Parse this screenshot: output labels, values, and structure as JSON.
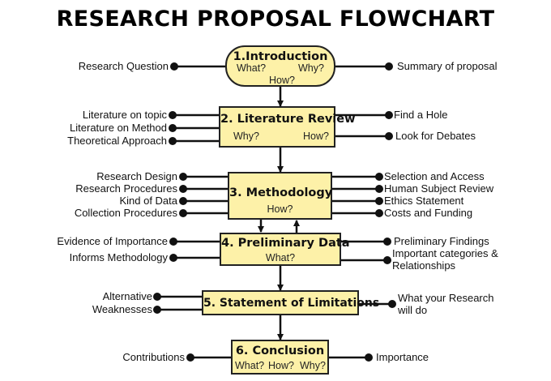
{
  "title": "RESEARCH PROPOSAL FLOWCHART",
  "steps": [
    {
      "heading": "1.Introduction",
      "subs": [
        "What?",
        "Why?",
        "How?"
      ]
    },
    {
      "heading": "2. Literature Review",
      "subs": [
        "Why?",
        "How?"
      ]
    },
    {
      "heading": "3. Methodology",
      "subs": [
        "How?"
      ]
    },
    {
      "heading": "4. Preliminary Data",
      "subs": [
        "What?"
      ]
    },
    {
      "heading": "5. Statement of Limitations",
      "subs": []
    },
    {
      "heading": "6. Conclusion",
      "subs": [
        "What?",
        "How?",
        "Why?"
      ]
    }
  ],
  "left_labels": {
    "intro": [
      "Research Question"
    ],
    "literature": [
      "Literature on topic",
      "Literature on Method",
      "Theoretical Approach"
    ],
    "methodology": [
      "Research Design",
      "Research Procedures",
      "Kind of Data",
      "Collection Procedures"
    ],
    "preliminary": [
      "Evidence of Importance",
      "Informs Methodology"
    ],
    "limitations": [
      "Alternative",
      "Weaknesses"
    ],
    "conclusion": [
      "Contributions"
    ]
  },
  "right_labels": {
    "intro": [
      "Summary of proposal"
    ],
    "literature": [
      "Find a Hole",
      "Look for Debates"
    ],
    "methodology": [
      "Selection and Access",
      "Human Subject Review",
      "Ethics Statement",
      "Costs and Funding"
    ],
    "preliminary": [
      "Preliminary Findings",
      "Important categories & Relationships"
    ],
    "limitations": [
      "What your Research will do"
    ],
    "conclusion": [
      "Importance"
    ]
  }
}
